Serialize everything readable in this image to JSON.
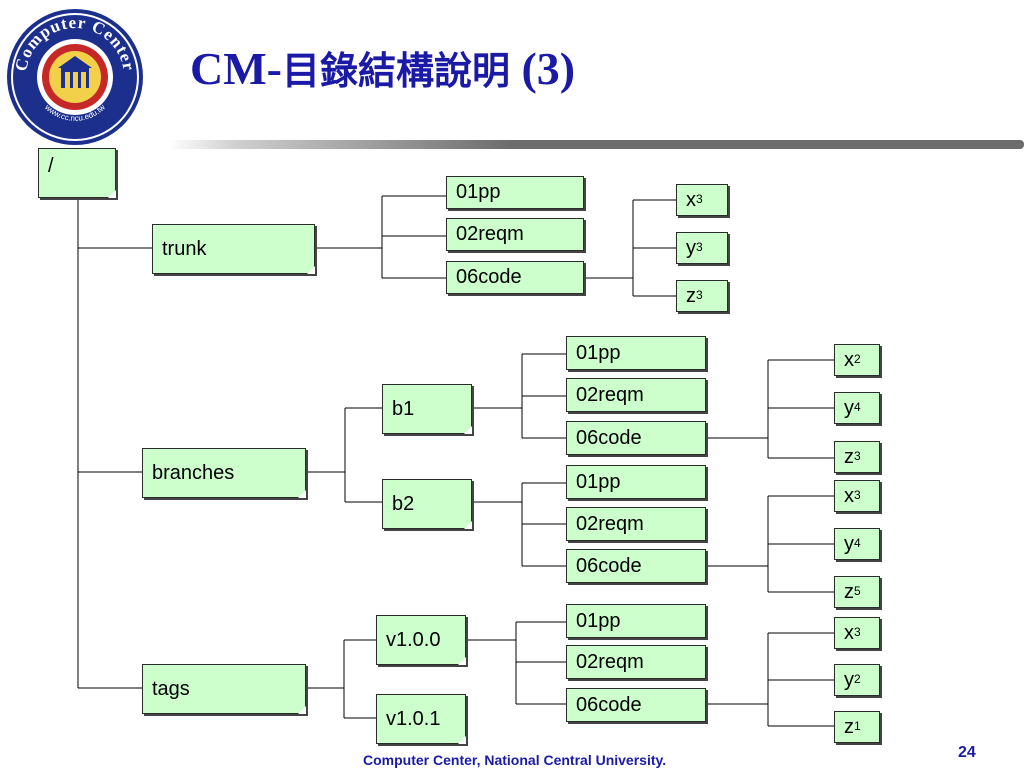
{
  "logo": {
    "top_text": "Computer Center",
    "bottom_text": "www.cc.ncu.edu.tw",
    "icon": "university-seal-icon"
  },
  "title": {
    "latin": "CM-",
    "cjk": "目錄結構說明",
    "suffix": "(3)"
  },
  "tree": {
    "root": "/",
    "trunk": {
      "label": "trunk",
      "dirs": [
        "01pp",
        "02reqm",
        "06code"
      ],
      "files": [
        {
          "base": "x",
          "sup": "3"
        },
        {
          "base": "y",
          "sup": "3"
        },
        {
          "base": "z",
          "sup": "3"
        }
      ]
    },
    "branches": {
      "label": "branches",
      "b1": {
        "label": "b1",
        "dirs": [
          "01pp",
          "02reqm",
          "06code"
        ],
        "files": [
          {
            "base": "x",
            "sup": "2"
          },
          {
            "base": "y",
            "sup": "4"
          },
          {
            "base": "z",
            "sup": "3"
          }
        ]
      },
      "b2": {
        "label": "b2",
        "dirs": [
          "01pp",
          "02reqm",
          "06code"
        ],
        "files": [
          {
            "base": "x",
            "sup": "3"
          },
          {
            "base": "y",
            "sup": "4"
          },
          {
            "base": "z",
            "sup": "5"
          }
        ]
      }
    },
    "tags": {
      "label": "tags",
      "v100": {
        "label": "v1.0.0",
        "dirs": [
          "01pp",
          "02reqm",
          "06code"
        ],
        "files": [
          {
            "base": "x",
            "sup": "3"
          },
          {
            "base": "y",
            "sup": "2"
          },
          {
            "base": "z",
            "sup": "1"
          }
        ]
      },
      "v101": {
        "label": "v1.0.1"
      }
    }
  },
  "footer": "Computer Center, National Central University.",
  "page_number": "24",
  "colors": {
    "title": "#1a1aa6",
    "node_fill": "#ccffcc",
    "line": "#000000",
    "seal_blue": "#1c2f8c",
    "seal_red": "#c62828"
  }
}
